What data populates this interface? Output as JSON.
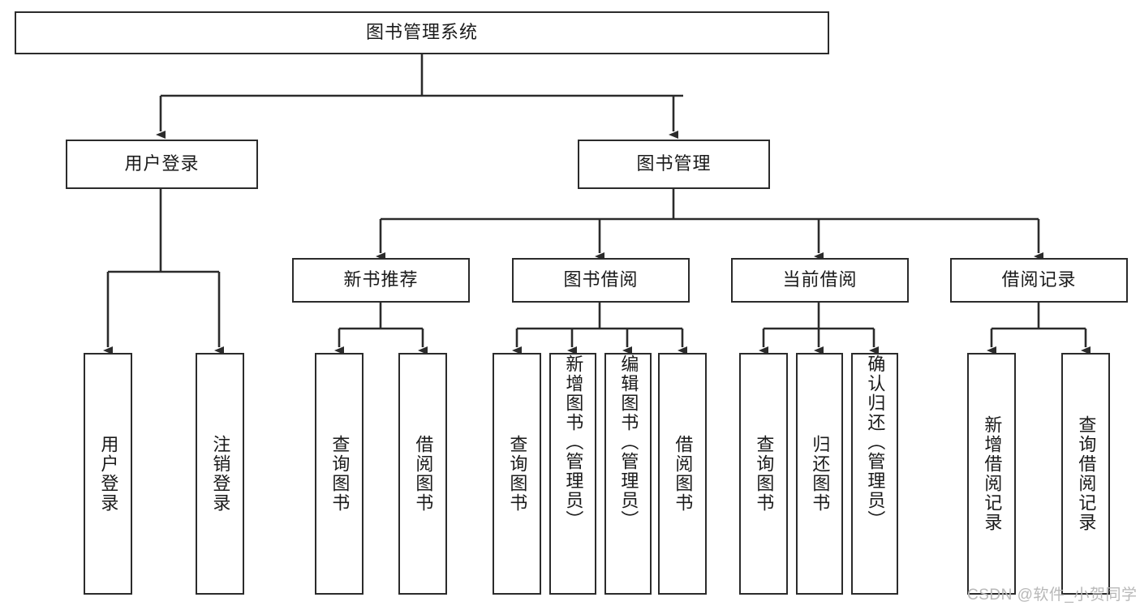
{
  "diagram": {
    "type": "tree-hierarchy",
    "title": "图书管理系统",
    "watermark": "CSDN @软件_小贺同学",
    "colors": {
      "stroke": "#2b2b2b",
      "fill": "#ffffff",
      "text": "#1a1a1a",
      "watermark": "#b8b8b8"
    },
    "nodes": {
      "root": {
        "label": "图书管理系统",
        "level": 0
      },
      "user_login": {
        "label": "用户登录",
        "level": 1
      },
      "book_manage": {
        "label": "图书管理",
        "level": 1
      },
      "new_book_rec": {
        "label": "新书推荐",
        "level": 2
      },
      "book_borrow": {
        "label": "图书借阅",
        "level": 2
      },
      "current_borrow": {
        "label": "当前借阅",
        "level": 2
      },
      "borrow_record": {
        "label": "借阅记录",
        "level": 2
      },
      "leaf_user_login": {
        "label": "用户登录",
        "level": 2,
        "orientation": "vertical"
      },
      "leaf_logout": {
        "label": "注销登录",
        "level": 2,
        "orientation": "vertical"
      },
      "leaf_query_book_1": {
        "label": "查询图书",
        "level": 3,
        "orientation": "vertical"
      },
      "leaf_borrow_book_1": {
        "label": "借阅图书",
        "level": 3,
        "orientation": "vertical"
      },
      "leaf_query_book_2": {
        "label": "查询图书",
        "level": 3,
        "orientation": "vertical"
      },
      "leaf_add_book": {
        "label": "新增图书（管理员）",
        "level": 3,
        "orientation": "vertical"
      },
      "leaf_edit_book": {
        "label": "编辑图书（管理员）",
        "level": 3,
        "orientation": "vertical"
      },
      "leaf_borrow_book_2": {
        "label": "借阅图书",
        "level": 3,
        "orientation": "vertical"
      },
      "leaf_query_book_3": {
        "label": "查询图书",
        "level": 3,
        "orientation": "vertical"
      },
      "leaf_return_book": {
        "label": "归还图书",
        "level": 3,
        "orientation": "vertical"
      },
      "leaf_confirm_return": {
        "label": "确认归还（管理员）",
        "level": 3,
        "orientation": "vertical"
      },
      "leaf_add_record": {
        "label": "新增借阅记录",
        "level": 3,
        "orientation": "vertical"
      },
      "leaf_query_record": {
        "label": "查询借阅记录",
        "level": 3,
        "orientation": "vertical"
      }
    },
    "edges": [
      {
        "from": "root",
        "to": "user_login"
      },
      {
        "from": "root",
        "to": "book_manage"
      },
      {
        "from": "user_login",
        "to": "leaf_user_login"
      },
      {
        "from": "user_login",
        "to": "leaf_logout"
      },
      {
        "from": "book_manage",
        "to": "new_book_rec"
      },
      {
        "from": "book_manage",
        "to": "book_borrow"
      },
      {
        "from": "book_manage",
        "to": "current_borrow"
      },
      {
        "from": "book_manage",
        "to": "borrow_record"
      },
      {
        "from": "new_book_rec",
        "to": "leaf_query_book_1"
      },
      {
        "from": "new_book_rec",
        "to": "leaf_borrow_book_1"
      },
      {
        "from": "book_borrow",
        "to": "leaf_query_book_2"
      },
      {
        "from": "book_borrow",
        "to": "leaf_add_book"
      },
      {
        "from": "book_borrow",
        "to": "leaf_edit_book"
      },
      {
        "from": "book_borrow",
        "to": "leaf_borrow_book_2"
      },
      {
        "from": "current_borrow",
        "to": "leaf_query_book_3"
      },
      {
        "from": "current_borrow",
        "to": "leaf_return_book"
      },
      {
        "from": "current_borrow",
        "to": "leaf_confirm_return"
      },
      {
        "from": "borrow_record",
        "to": "leaf_add_record"
      },
      {
        "from": "borrow_record",
        "to": "leaf_query_record"
      }
    ]
  }
}
